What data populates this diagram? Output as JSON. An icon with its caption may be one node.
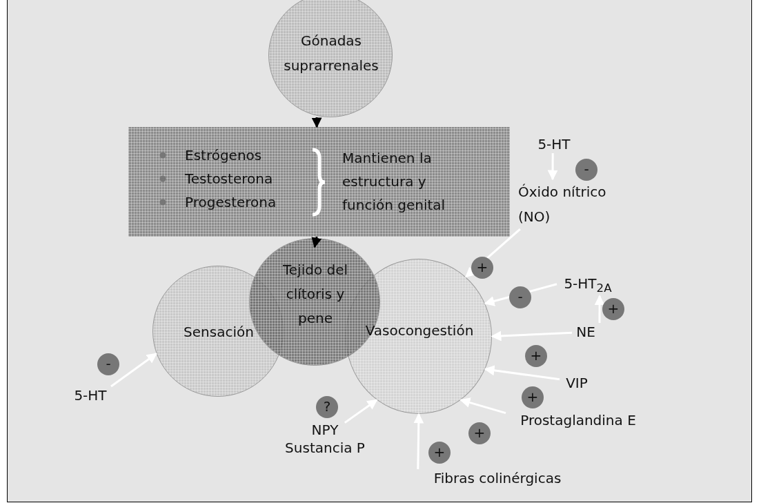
{
  "diagram": {
    "nodes": [
      {
        "text": [
          "Gónadas suprarrenales"
        ]
      },
      {
        "text": [
          "Estrógenos",
          "Testosterona",
          "Progesterona",
          "Mantienen la estructura y función genital"
        ]
      },
      {
        "text": [
          "Tejido del clítoris y pene"
        ]
      },
      {
        "text": [
          "Sensación"
        ]
      },
      {
        "text": [
          "Vasocongestión"
        ]
      },
      {
        "text": [
          "5-HT"
        ]
      },
      {
        "text": [
          "Óxido nítrico (NO)"
        ]
      },
      {
        "text": [
          "5-HT$_{2A}$"
        ]
      },
      {
        "text": [
          "NE"
        ]
      },
      {
        "text": [
          "VIP"
        ]
      },
      {
        "text": [
          "Prostaglandina E"
        ]
      },
      {
        "text": [
          "Fibras colinérgicas"
        ]
      },
      {
        "text": [
          "NPY",
          "Sustancia P"
        ]
      },
      {
        "text": [
          "5-HT"
        ]
      }
    ],
    "edges": [
      {
        "from": 0,
        "to": 1,
        "arrow": "to",
        "color": "#000000"
      },
      {
        "from": 1,
        "to": 2,
        "arrow": "to",
        "color": "#000000"
      },
      {
        "from": 5,
        "to": 6,
        "arrow": "to",
        "label": "-"
      },
      {
        "from": 6,
        "to": 4,
        "arrow": "to",
        "label": "+"
      },
      {
        "from": 7,
        "to": 4,
        "arrow": "to",
        "label": "-"
      },
      {
        "from": 8,
        "to": 7,
        "arrow": "to",
        "label": "+"
      },
      {
        "from": 8,
        "to": 4,
        "arrow": "to",
        "label": "+"
      },
      {
        "from": 9,
        "to": 4,
        "arrow": "to",
        "label": "+"
      },
      {
        "from": 10,
        "to": 4,
        "arrow": "to",
        "label": "+"
      },
      {
        "from": 11,
        "to": 4,
        "arrow": "to",
        "label": "+"
      },
      {
        "from": 12,
        "to": 4,
        "arrow": "to",
        "label": "?"
      },
      {
        "from": 13,
        "to": 3,
        "arrow": "to",
        "label": "-"
      }
    ]
  }
}
